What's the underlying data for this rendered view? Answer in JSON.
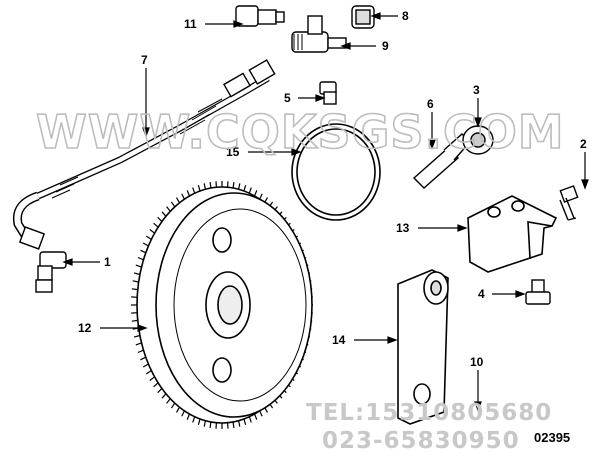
{
  "callouts": [
    {
      "id": "c1",
      "label": "1"
    },
    {
      "id": "c2",
      "label": "2"
    },
    {
      "id": "c3",
      "label": "3"
    },
    {
      "id": "c4",
      "label": "4"
    },
    {
      "id": "c5",
      "label": "5"
    },
    {
      "id": "c6",
      "label": "6"
    },
    {
      "id": "c7",
      "label": "7"
    },
    {
      "id": "c8",
      "label": "8"
    },
    {
      "id": "c9",
      "label": "9"
    },
    {
      "id": "c10",
      "label": "10"
    },
    {
      "id": "c11",
      "label": "11"
    },
    {
      "id": "c12",
      "label": "12"
    },
    {
      "id": "c13",
      "label": "13"
    },
    {
      "id": "c14",
      "label": "14"
    },
    {
      "id": "c15",
      "label": "15"
    }
  ],
  "watermark": {
    "site": "WWW.CQKSGS.COM",
    "tel": "TEL:15310805680",
    "phone": "023-65830950"
  },
  "drawing_code": "02395"
}
